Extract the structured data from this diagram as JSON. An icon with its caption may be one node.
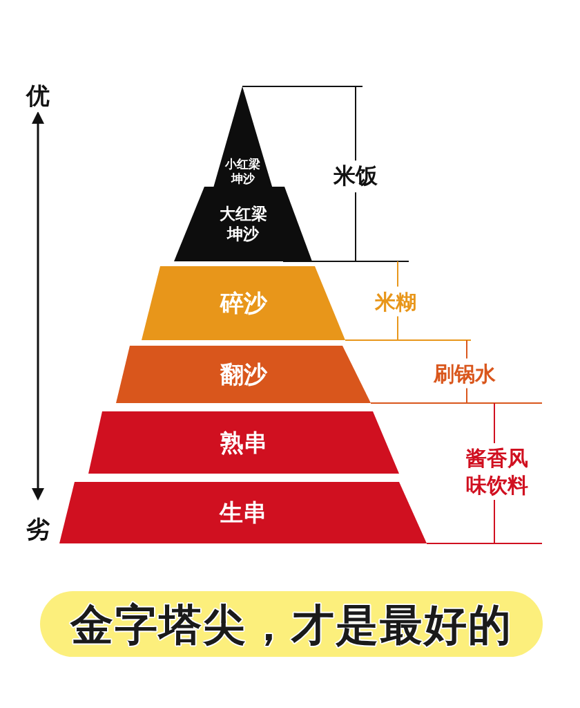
{
  "diagram": {
    "caption": "金字塔尖，才是最好的",
    "nodes": [
      {
        "text": [
          "小红梁坤沙"
        ]
      },
      {
        "text": [
          "大红梁坤沙"
        ]
      },
      {
        "text": [
          "碎沙"
        ]
      },
      {
        "text": [
          "翻沙"
        ]
      },
      {
        "text": [
          "熟串"
        ]
      },
      {
        "text": [
          "生串"
        ]
      }
    ],
    "labels": [
      "优",
      "米饭",
      "米糊",
      "刷锅水",
      "酱香风味饮料",
      "劣"
    ]
  }
}
